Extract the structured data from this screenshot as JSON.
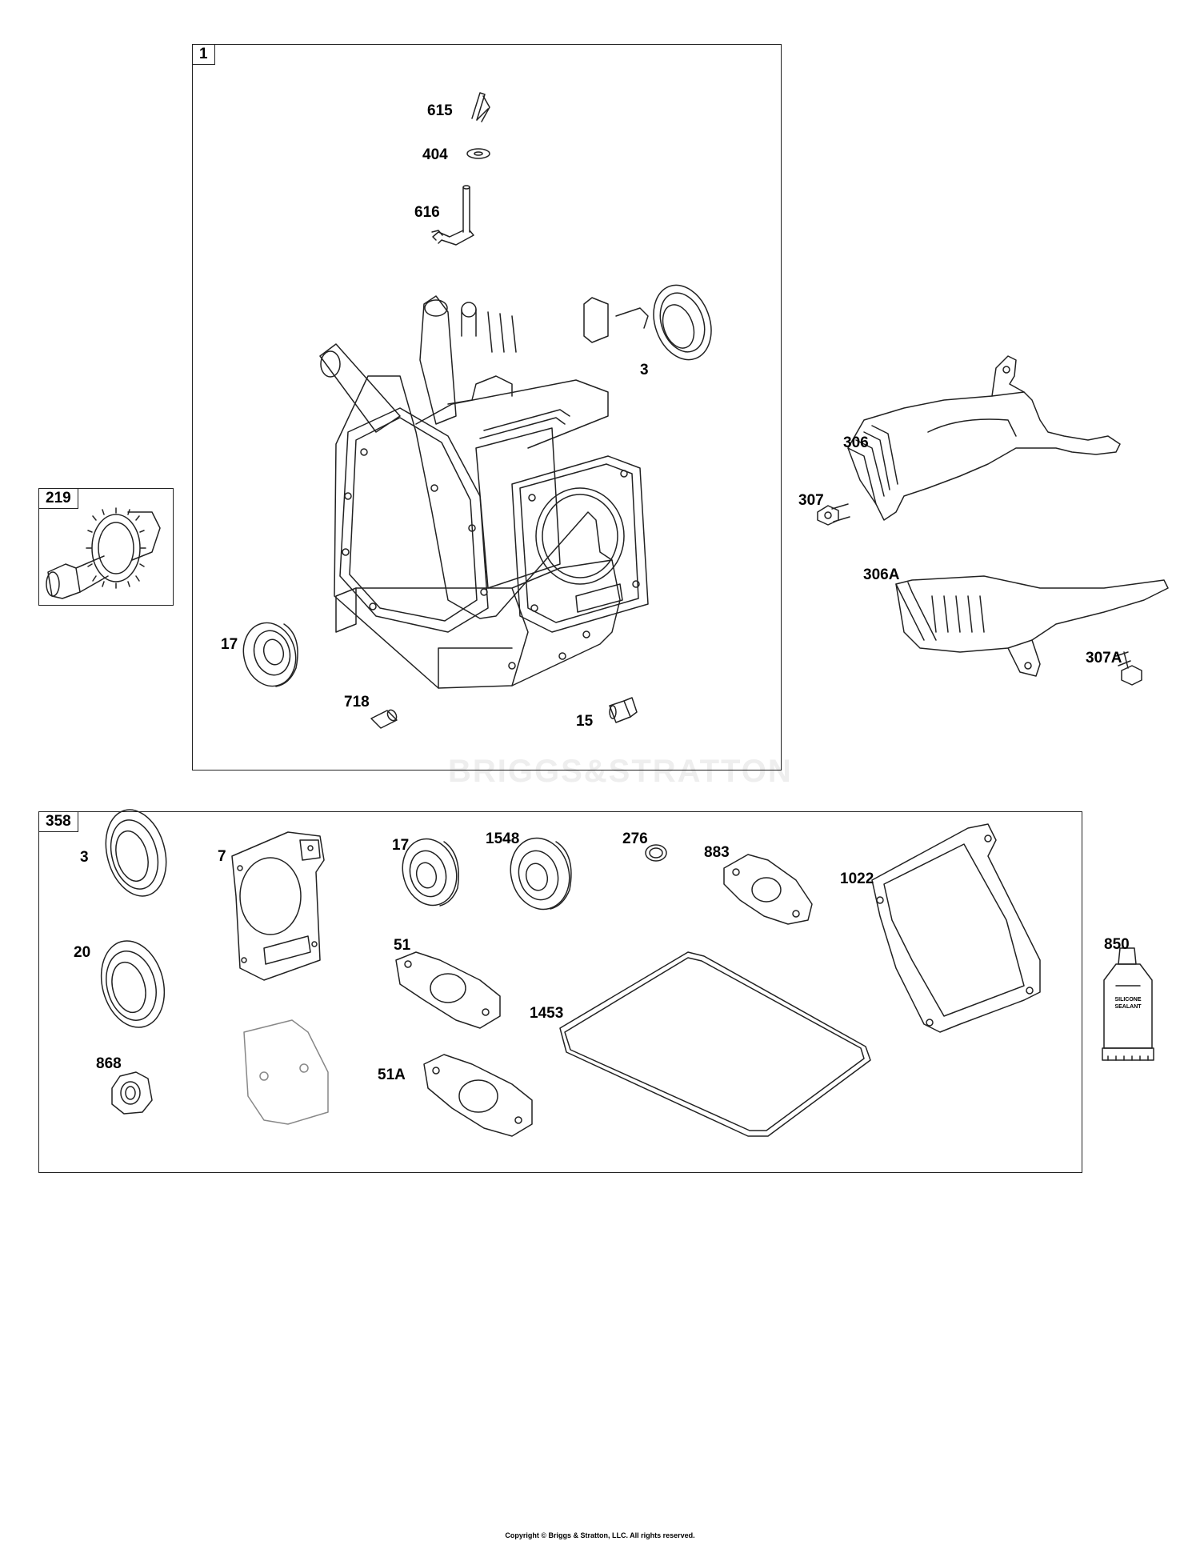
{
  "boxes": {
    "box1": "1",
    "box219": "219",
    "box358": "358"
  },
  "callouts": {
    "c615": "615",
    "c404": "404",
    "c616": "616",
    "c3_top": "3",
    "c17_top": "17",
    "c718": "718",
    "c15": "15",
    "c306": "306",
    "c307": "307",
    "c306A": "306A",
    "c307A": "307A",
    "c3_kit": "3",
    "c7": "7",
    "c17_kit": "17",
    "c1548": "1548",
    "c276": "276",
    "c883": "883",
    "c1022": "1022",
    "c20": "20",
    "c51": "51",
    "c1453": "1453",
    "c868": "868",
    "c51A": "51A",
    "c850": "850"
  },
  "sealant": {
    "line1": "SILICONE",
    "line2": "SEALANT"
  },
  "watermark": "BRIGGS&STRATTON",
  "copyright": "Copyright © Briggs & Stratton, LLC. All rights reserved."
}
